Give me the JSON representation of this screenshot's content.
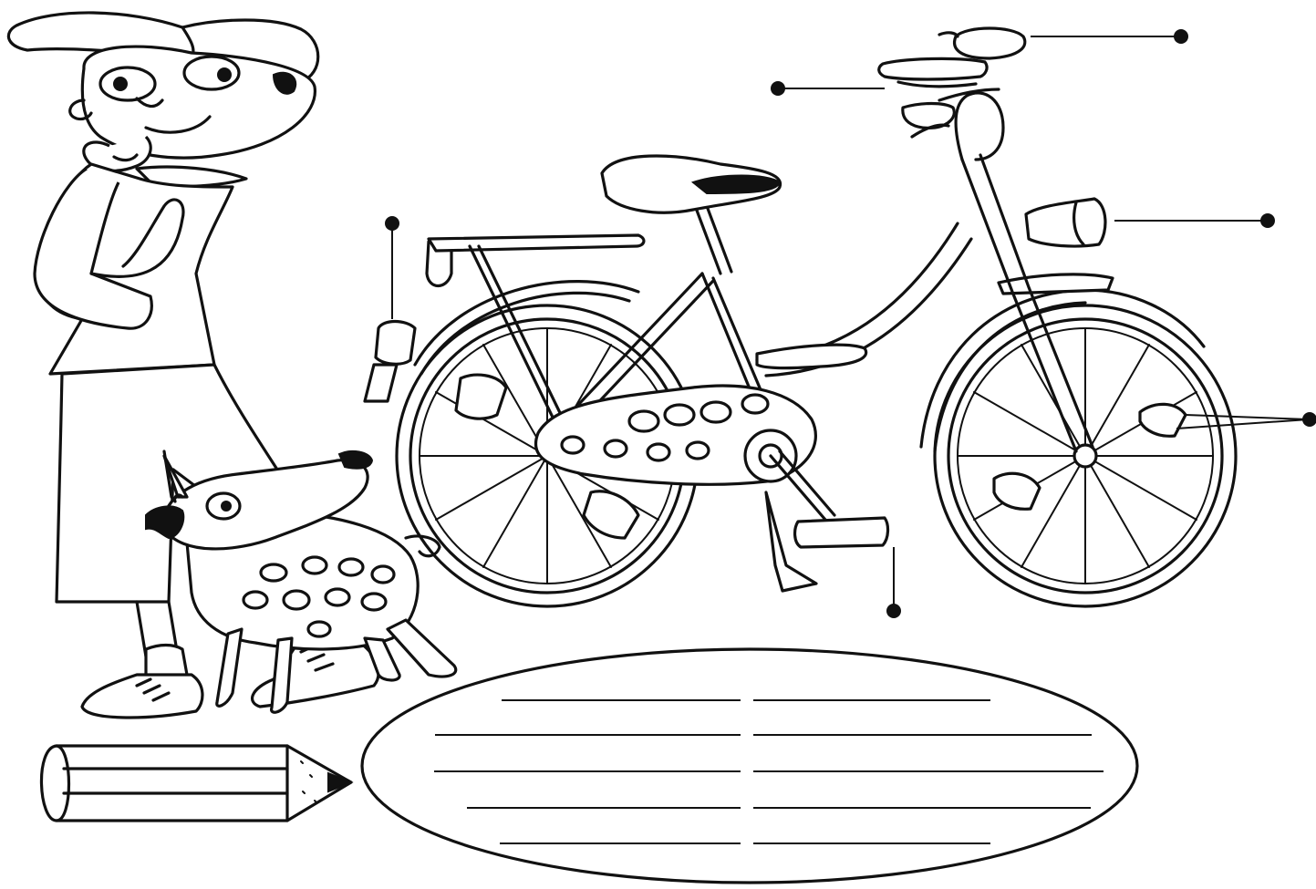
{
  "worksheet": {
    "type": "bicycle-parts-labeling",
    "colors": {
      "ink": "#111111",
      "paper": "#ffffff"
    },
    "label_pointers": [
      {
        "part": "bell",
        "answer": ""
      },
      {
        "part": "brake-lever",
        "answer": ""
      },
      {
        "part": "front-lamp",
        "answer": ""
      },
      {
        "part": "reflectors",
        "answer": ""
      },
      {
        "part": "pedal",
        "answer": ""
      },
      {
        "part": "rear-reflector",
        "answer": ""
      }
    ],
    "word_bank_lines": 10,
    "figures": [
      "boy",
      "dog",
      "bicycle",
      "pencil"
    ]
  }
}
